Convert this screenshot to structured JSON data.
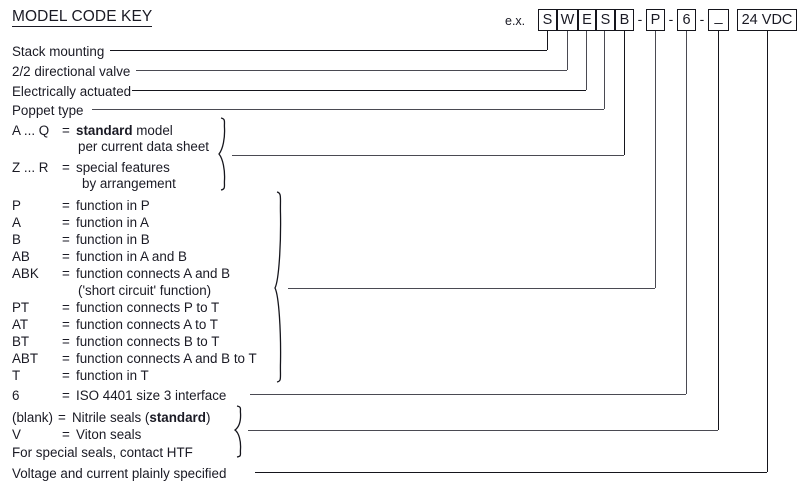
{
  "document": {
    "title": "MODEL CODE KEY",
    "example_label": "e.x."
  },
  "example_code": {
    "segments": [
      {
        "id": "stack",
        "value": "S"
      },
      {
        "id": "valve-type",
        "value": "W"
      },
      {
        "id": "actuation",
        "value": "E"
      },
      {
        "id": "poppet",
        "value": "S"
      },
      {
        "id": "model",
        "value": "B"
      },
      {
        "sep": "-"
      },
      {
        "id": "function",
        "value": "P"
      },
      {
        "sep": "-"
      },
      {
        "id": "interface",
        "value": "6"
      },
      {
        "sep": "-"
      },
      {
        "id": "seals",
        "value": "_"
      },
      {
        "id": "voltage",
        "value": "24 VDC"
      }
    ],
    "boxes": [
      {
        "name": "code-box-stack",
        "value": "S"
      },
      {
        "name": "code-box-valve-type",
        "value": "W"
      },
      {
        "name": "code-box-actuation",
        "value": "E"
      },
      {
        "name": "code-box-poppet",
        "value": "S"
      },
      {
        "name": "code-box-model",
        "value": "B"
      },
      {
        "name": "code-box-function",
        "value": "P"
      },
      {
        "name": "code-box-interface",
        "value": "6"
      },
      {
        "name": "code-box-seals",
        "value": "_"
      },
      {
        "name": "code-box-voltage",
        "value": "24 VDC"
      }
    ],
    "separators": [
      "-",
      "-",
      "-"
    ]
  },
  "legend": {
    "plain_rows": [
      {
        "name": "stack-mounting",
        "text": "Stack mounting"
      },
      {
        "name": "directional-valve",
        "text": "2/2 directional valve"
      },
      {
        "name": "electrically-actuated",
        "text": "Electrically actuated"
      },
      {
        "name": "poppet-type",
        "text": "Poppet type"
      }
    ],
    "model_rows": [
      {
        "code": "A ... Q",
        "eq": "=",
        "desc_bold": "standard",
        "desc": " model"
      },
      {
        "cont": "per current data sheet"
      },
      {
        "code": "Z ... R",
        "eq": "=",
        "desc": "special features"
      },
      {
        "cont": "by arrangement"
      }
    ],
    "function_rows": [
      {
        "code": "P",
        "eq": "=",
        "desc": "function in P"
      },
      {
        "code": "A",
        "eq": "=",
        "desc": "function in A"
      },
      {
        "code": "B",
        "eq": "=",
        "desc": "function in B"
      },
      {
        "code": "AB",
        "eq": "=",
        "desc": "function in A and B"
      },
      {
        "code": "ABK",
        "eq": "=",
        "desc": "function connects A and B"
      },
      {
        "cont": "('short circuit' function)"
      },
      {
        "code": "PT",
        "eq": "=",
        "desc": "function connects P  to  T"
      },
      {
        "code": "AT",
        "eq": "=",
        "desc": "function connects A  to  T"
      },
      {
        "code": "BT",
        "eq": "=",
        "desc": "function connects B  to  T"
      },
      {
        "code": "ABT",
        "eq": "=",
        "desc": "function connects A and B  to  T"
      },
      {
        "code": "T",
        "eq": "=",
        "desc": "function in T"
      }
    ],
    "interface_row": {
      "code": "6",
      "eq": "=",
      "desc": "ISO 4401 size 3 interface"
    },
    "seal_rows": [
      {
        "code": "(blank)",
        "eq": "=",
        "desc_pre": "Nitrile seals (",
        "desc_bold": "standard",
        "desc_post": ")"
      },
      {
        "code": "V",
        "eq": "=",
        "desc": "Viton seals"
      },
      {
        "full": "For special seals, contact HTF"
      }
    ],
    "voltage_row": {
      "full": "Voltage and current plainly specified"
    }
  },
  "colors": {
    "ink": "#1a1a24",
    "line_dark": "#15151c",
    "line_grey": "#4a4a52",
    "background": "#ffffff"
  }
}
